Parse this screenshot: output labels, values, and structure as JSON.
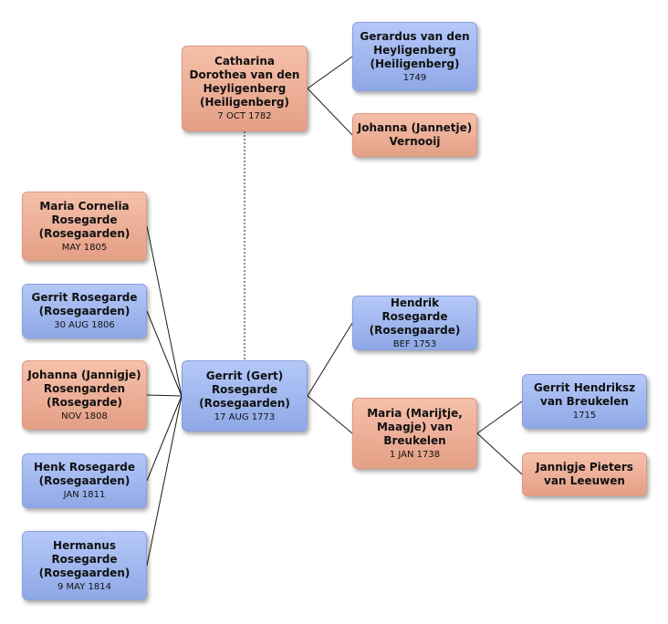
{
  "colors": {
    "male_box": "#a5bbf2",
    "female_box": "#f0b29b",
    "line": "#1a1a1a",
    "background": "#ffffff"
  },
  "people": [
    {
      "id": "catharina",
      "sex": "female",
      "name": "Catharina\nDorothea van den\nHeyligenberg\n(Heiligenberg)",
      "date": "7 OCT 1782"
    },
    {
      "id": "gerardus",
      "sex": "male",
      "name": "Gerardus van den\nHeyligenberg\n(Heiligenberg)",
      "date": "1749"
    },
    {
      "id": "johanna-vernooij",
      "sex": "female",
      "name": "Johanna (Jannetje)\nVernooij",
      "date": ""
    },
    {
      "id": "maria-cornelia",
      "sex": "female",
      "name": "Maria Cornelia\nRosegarde\n(Rosegaarden)",
      "date": "MAY 1805"
    },
    {
      "id": "gerrit-rosegarde",
      "sex": "male",
      "name": "Gerrit Rosegarde\n(Rosegaarden)",
      "date": "30 AUG 1806"
    },
    {
      "id": "johanna-jannigje",
      "sex": "female",
      "name": "Johanna (Jannigje)\nRosengarden\n(Rosegarde)",
      "date": "NOV 1808"
    },
    {
      "id": "henk",
      "sex": "male",
      "name": "Henk Rosegarde\n(Rosegaarden)",
      "date": "JAN 1811"
    },
    {
      "id": "hermanus",
      "sex": "male",
      "name": "Hermanus\nRosegarde\n(Rosegaarden)",
      "date": "9 MAY 1814"
    },
    {
      "id": "gerrit-gert",
      "sex": "male",
      "name": "Gerrit (Gert)\nRosegarde\n(Rosegaarden)",
      "date": "17 AUG 1773"
    },
    {
      "id": "hendrik",
      "sex": "male",
      "name": "Hendrik Rosegarde\n(Rosengaarde)",
      "date": "BEF 1753"
    },
    {
      "id": "maria-marijtje",
      "sex": "female",
      "name": "Maria (Marijtje,\nMaagje) van\nBreukelen",
      "date": "1 JAN 1738"
    },
    {
      "id": "gerrit-hendriksz",
      "sex": "male",
      "name": "Gerrit Hendriksz\nvan Breukelen",
      "date": "1715"
    },
    {
      "id": "jannigje",
      "sex": "female",
      "name": "Jannigje Pieters\nvan Leeuwen",
      "date": ""
    }
  ],
  "relations": {
    "parents": [
      {
        "child": "catharina",
        "parents": [
          "gerardus",
          "johanna-vernooij"
        ]
      },
      {
        "child": "gerrit-gert",
        "parents": [
          "hendrik",
          "maria-marijtje"
        ]
      },
      {
        "child": "maria-marijtje",
        "parents": [
          "gerrit-hendriksz",
          "jannigje"
        ]
      }
    ],
    "children": {
      "parent": "gerrit-gert",
      "children": [
        "maria-cornelia",
        "gerrit-rosegarde",
        "johanna-jannigje",
        "henk",
        "hermanus"
      ]
    },
    "marriage": [
      "catharina",
      "gerrit-gert"
    ]
  }
}
